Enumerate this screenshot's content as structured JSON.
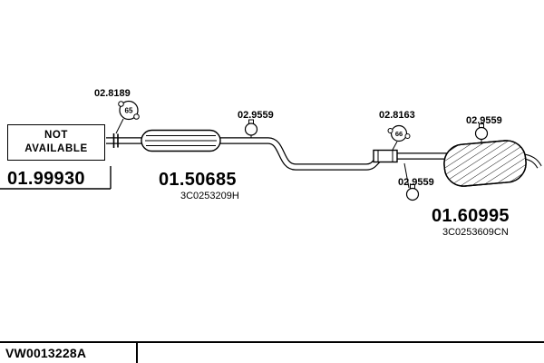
{
  "background": "#ffffff",
  "ink_color": "#000000",
  "availability_box": {
    "line1": "NOT",
    "line2": "AVAILABLE"
  },
  "parts": {
    "front_section": {
      "number": "01.99930"
    },
    "middle_muffler": {
      "number": "01.50685",
      "oem_ref": "3C0253209H"
    },
    "rear_muffler": {
      "number": "01.60995",
      "oem_ref": "3C0253609CN"
    }
  },
  "fittings": {
    "front_gasket": {
      "number": "02.8189",
      "size": "65"
    },
    "middle_clamp": {
      "number": "02.9559"
    },
    "rear_joint_gasket": {
      "number": "02.8163",
      "size": "66"
    },
    "rear_top_clamp": {
      "number": "02.9559"
    },
    "rear_bottom_clamp": {
      "number": "02.9559"
    }
  },
  "title_block": {
    "drawing_code": "VW0013228A"
  }
}
